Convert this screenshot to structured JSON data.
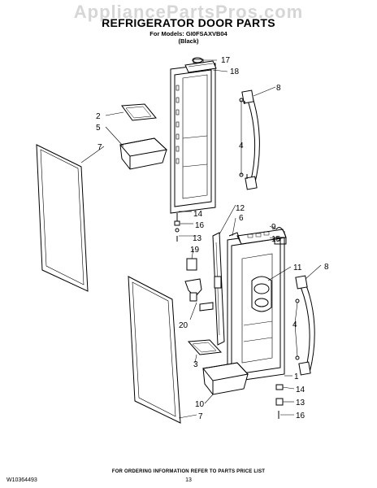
{
  "watermark": "AppliancePartsPros.com",
  "header": {
    "title": "REFRIGERATOR DOOR PARTS",
    "models_line": "For Models: GI0FSAXVB04",
    "color_line": "(Black)"
  },
  "callouts": {
    "c1": "1",
    "c2": "2",
    "c3": "3",
    "c4a": "4",
    "c4b": "4",
    "c5": "5",
    "c6": "6",
    "c7a": "7",
    "c7b": "7",
    "c8a": "8",
    "c8b": "8",
    "c9": "9",
    "c10": "10",
    "c11": "11",
    "c12": "12",
    "c13a": "13",
    "c13b": "13",
    "c14a": "14",
    "c14b": "14",
    "c15": "15",
    "c16a": "16",
    "c16b": "16",
    "c17": "17",
    "c18": "18",
    "c19": "19",
    "c20": "20"
  },
  "footer": {
    "ordering_note": "FOR ORDERING INFORMATION REFER TO PARTS PRICE LIST",
    "doc_number": "W10364493",
    "page_number": "13"
  }
}
